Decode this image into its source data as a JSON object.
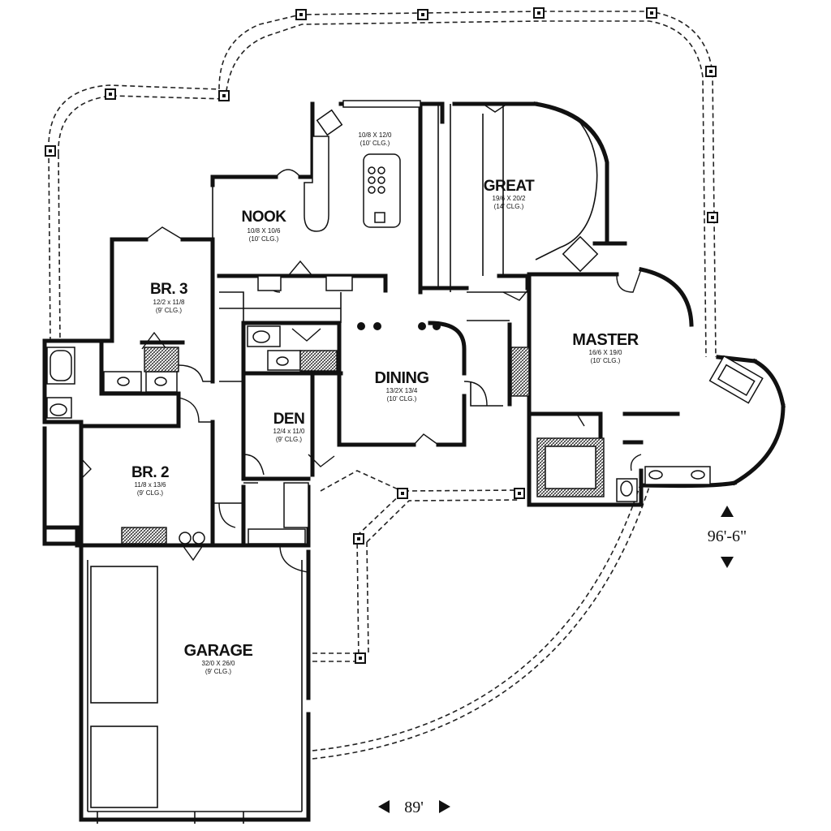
{
  "rooms": [
    {
      "key": "nook",
      "name": "NOOK",
      "size": "10/8 X 10/6",
      "clg": "(10' CLG.)"
    },
    {
      "key": "kitchen",
      "name": "",
      "size": "10/8 X 12/0",
      "clg": "(10' CLG.)"
    },
    {
      "key": "great",
      "name": "GREAT",
      "size": "19/6 X 20/2",
      "clg": "(14' CLG.)"
    },
    {
      "key": "br3",
      "name": "BR. 3",
      "size": "12/2 x 11/8",
      "clg": "(9' CLG.)"
    },
    {
      "key": "master",
      "name": "MASTER",
      "size": "16/6 X 19/0",
      "clg": "(10' CLG.)"
    },
    {
      "key": "dining",
      "name": "DINING",
      "size": "13/2X 13/4",
      "clg": "(10' CLG.)"
    },
    {
      "key": "den",
      "name": "DEN",
      "size": "12/4 x 11/0",
      "clg": "(9' CLG.)"
    },
    {
      "key": "br2",
      "name": "BR. 2",
      "size": "11/8 x 13/6",
      "clg": "(9' CLG.)"
    },
    {
      "key": "garage",
      "name": "GARAGE",
      "size": "32/0 X 26/0",
      "clg": "(9' CLG.)"
    }
  ],
  "dimensions": {
    "depth": "96'-6\"",
    "width": "89'"
  }
}
